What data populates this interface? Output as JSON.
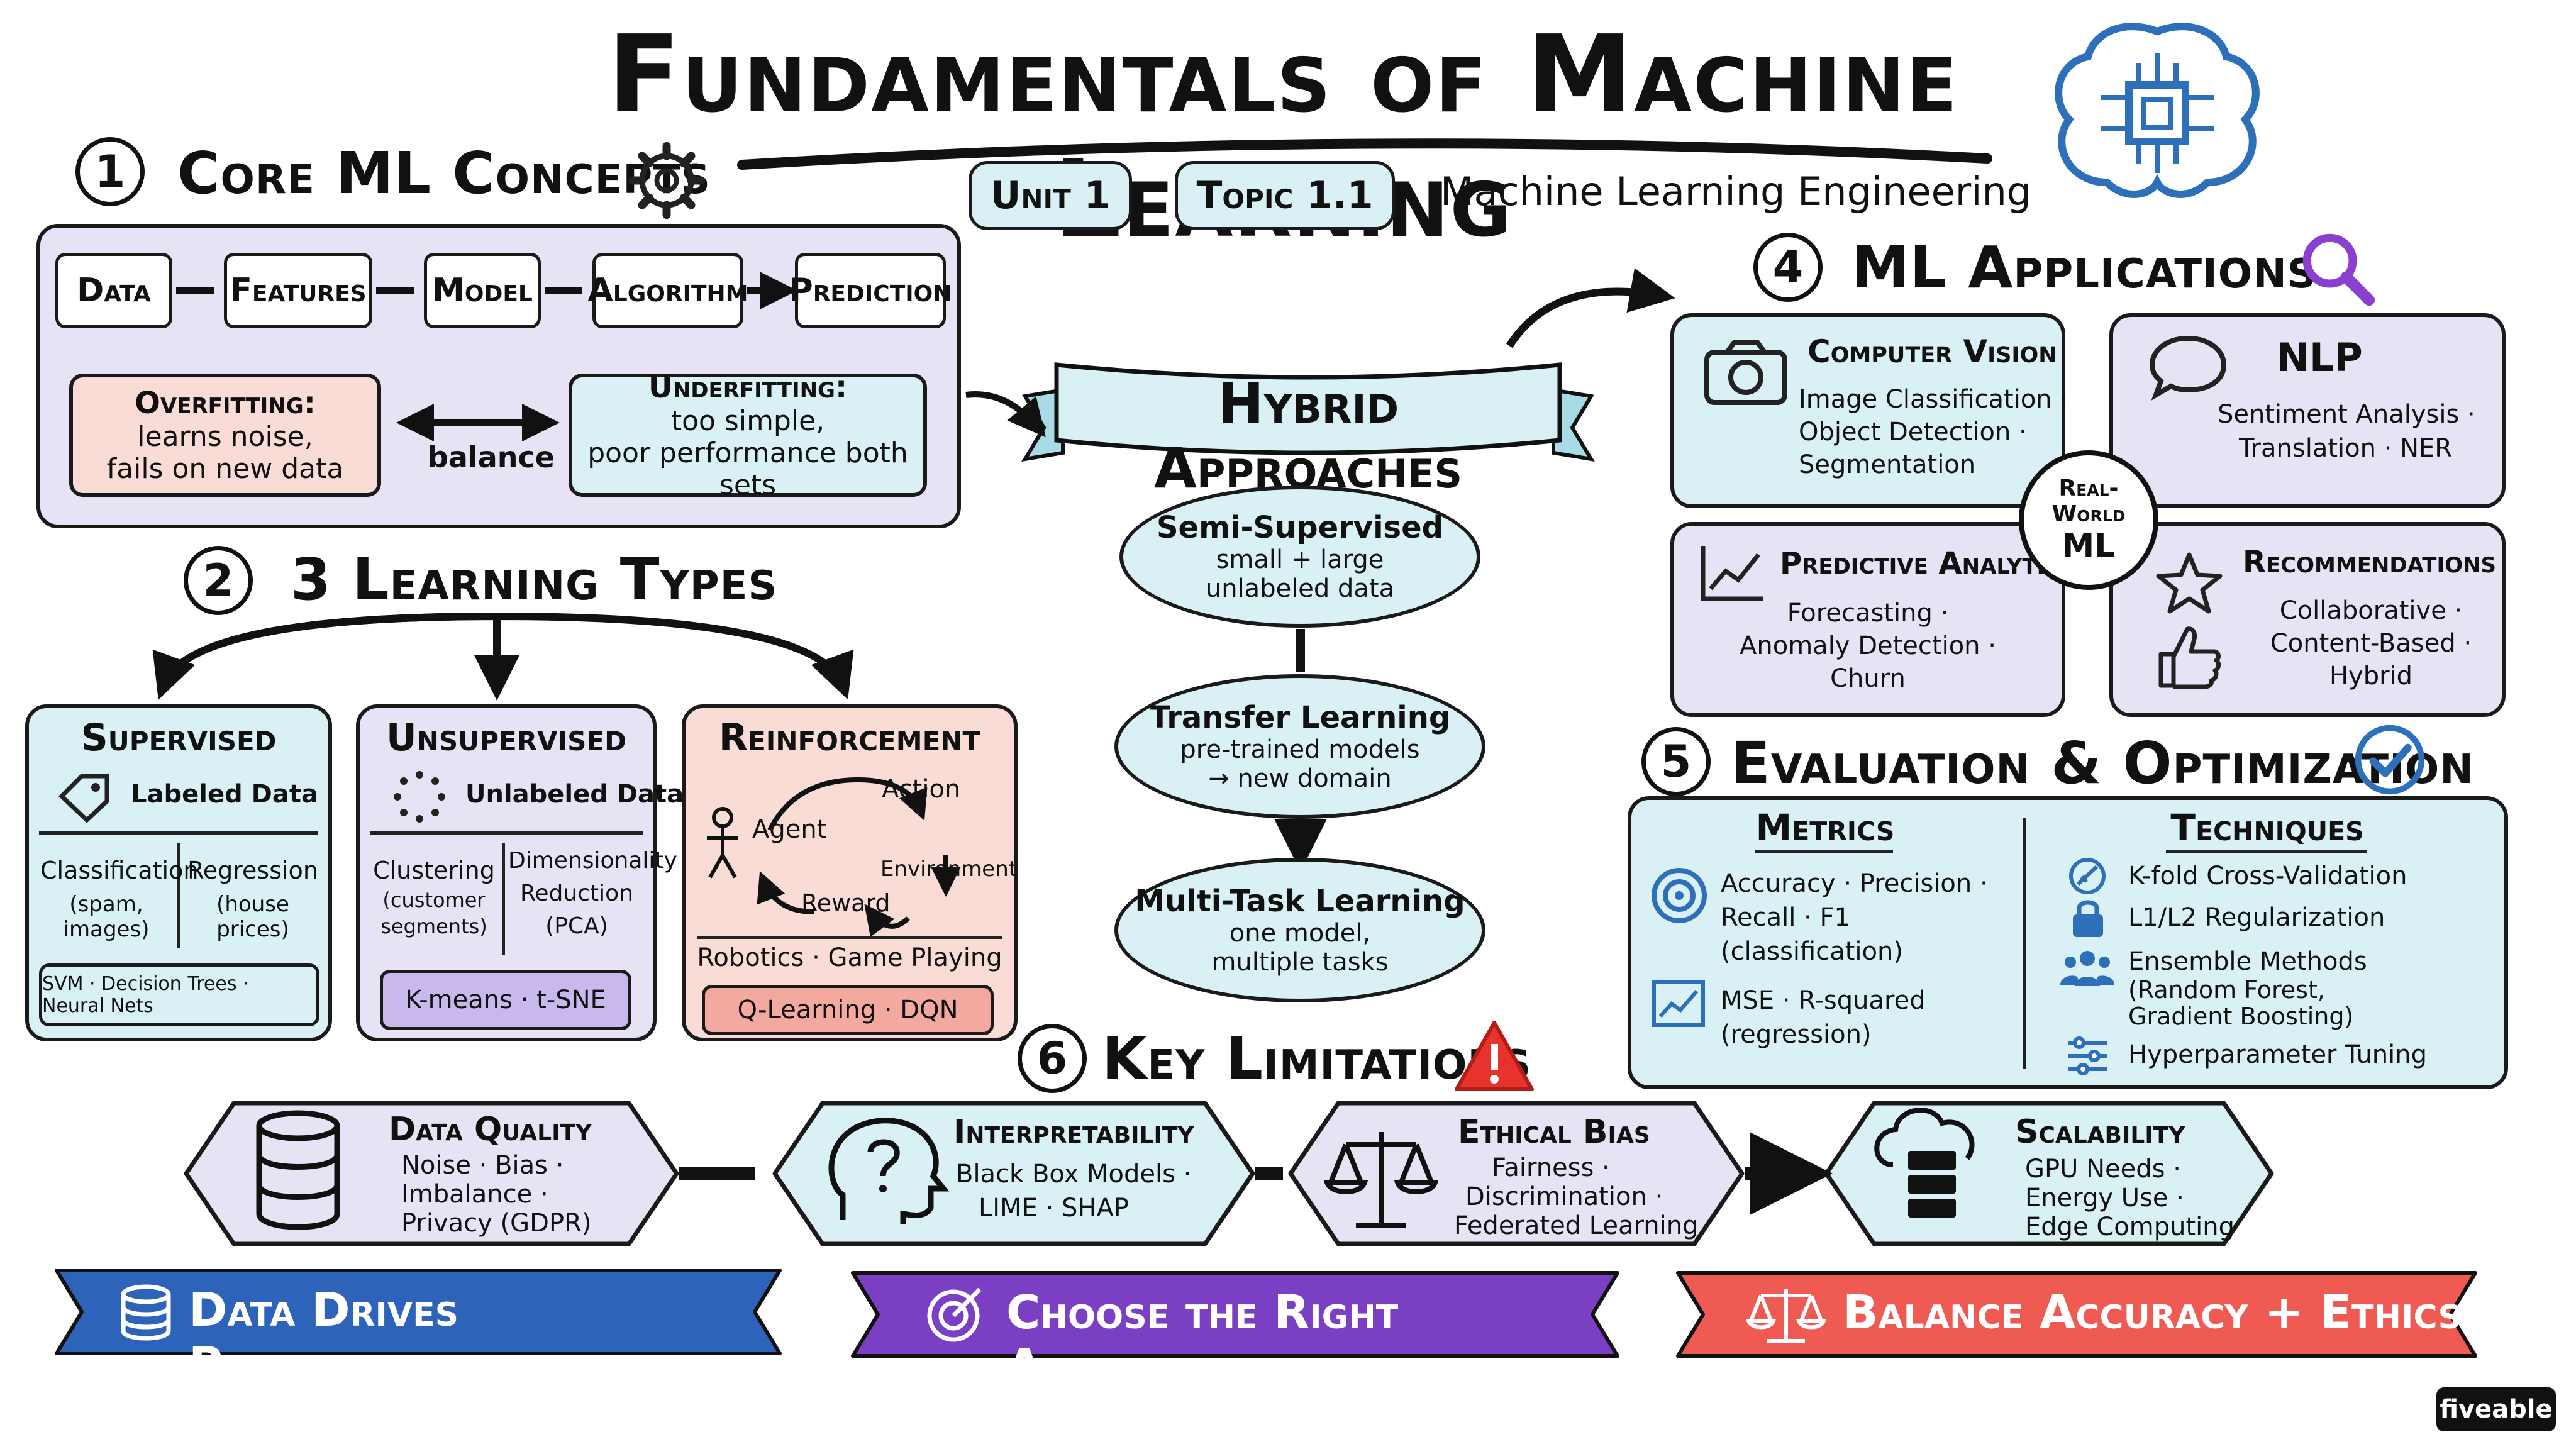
{
  "title": "Fundamentals of Machine Learning",
  "tags": {
    "unit": "Unit 1",
    "topic": "Topic 1.1",
    "course": "Machine Learning Engineering"
  },
  "colors": {
    "lavender": "#e8e2f5",
    "blue": "#d9f0f5",
    "pink": "#fadcd6",
    "banner_blue": "#2d63b8",
    "banner_purple": "#7b3fc4",
    "banner_red": "#ef5a52"
  },
  "s1": {
    "num": "1",
    "title": "Core ML Concepts",
    "pipeline": [
      "Data",
      "Features",
      "Model",
      "Algorithm",
      "Prediction"
    ],
    "overfit": {
      "title": "Overfitting:",
      "l1": "learns noise,",
      "l2": "fails on new data"
    },
    "balance": "balance",
    "underfit": {
      "title": "Underfitting:",
      "l1": "too simple,",
      "l2": "poor performance both sets"
    }
  },
  "s2": {
    "num": "2",
    "title": "3 Learning Types",
    "supervised": {
      "title": "Supervised",
      "sub": "Labeled Data",
      "c1": "Classification",
      "c1b": "(spam, images)",
      "c2": "Regression",
      "c2b": "(house prices)",
      "foot": "SVM · Decision Trees · Neural Nets"
    },
    "unsupervised": {
      "title": "Unsupervised",
      "sub": "Unlabeled Data",
      "c1": "Clustering",
      "c1b": "(customer",
      "c1c": "segments)",
      "c2": "Dimensionality",
      "c2b": "Reduction",
      "c2c": "(PCA)",
      "foot": "K-means · t-SNE"
    },
    "reinforcement": {
      "title": "Reinforcement",
      "agent": "Agent",
      "action": "Action",
      "environment": "Environment",
      "reward": "Reward",
      "apps": "Robotics · Game Playing",
      "foot": "Q-Learning · DQN"
    }
  },
  "hybrid": {
    "title": "Hybrid Approaches",
    "semi": {
      "t": "Semi-Supervised",
      "l1": "small + large",
      "l2": "unlabeled data"
    },
    "transfer": {
      "t": "Transfer Learning",
      "l1": "pre-trained models",
      "l2": "→ new domain"
    },
    "multi": {
      "t": "Multi-Task Learning",
      "l1": "one model,",
      "l2": "multiple tasks"
    }
  },
  "s4": {
    "num": "4",
    "title": "ML Applications",
    "cv": {
      "t": "Computer Vision",
      "l1": "Image Classification ·",
      "l2": "Object Detection ·",
      "l3": "Segmentation"
    },
    "nlp": {
      "t": "NLP",
      "l1": "Sentiment Analysis ·",
      "l2": "Translation · NER"
    },
    "pa": {
      "t": "Predictive Analytics",
      "l1": "Forecasting ·",
      "l2": "Anomaly Detection ·",
      "l3": "Churn"
    },
    "rec": {
      "t": "Recommendations",
      "l1": "Collaborative ·",
      "l2": "Content-Based ·",
      "l3": "Hybrid"
    },
    "center": {
      "l1": "Real-World",
      "l2": "ML"
    }
  },
  "s5": {
    "num": "5",
    "title": "Evaluation & Optimization",
    "metrics": {
      "t": "Metrics",
      "a1": "Accuracy · Precision ·",
      "a2": "Recall · F1",
      "a3": "(classification)",
      "b1": "MSE · R-squared",
      "b2": "(regression)"
    },
    "techniques": {
      "t": "Techniques",
      "k1": "K-fold Cross-Validation",
      "k2": "L1/L2 Regularization",
      "k3": "Ensemble Methods",
      "k3b": "(Random Forest,",
      "k3c": "Gradient Boosting)",
      "k4": "Hyperparameter Tuning"
    }
  },
  "s6": {
    "num": "6",
    "title": "Key Limitations",
    "dq": {
      "t": "Data Quality",
      "l1": "Noise · Bias ·",
      "l2": "Imbalance ·",
      "l3": "Privacy (GDPR)"
    },
    "interp": {
      "t": "Interpretability",
      "l1": "Black Box Models ·",
      "l2": "LIME · SHAP"
    },
    "eth": {
      "t": "Ethical Bias",
      "l1": "Fairness ·",
      "l2": "Discrimination ·",
      "l3": "Federated Learning"
    },
    "scal": {
      "t": "Scalability",
      "l1": "GPU Needs ·",
      "l2": "Energy Use ·",
      "l3": "Edge Computing"
    }
  },
  "banners": [
    "Data Drives Performance",
    "Choose the Right Approach",
    "Balance Accuracy + Ethics"
  ],
  "brand": "fiveable"
}
